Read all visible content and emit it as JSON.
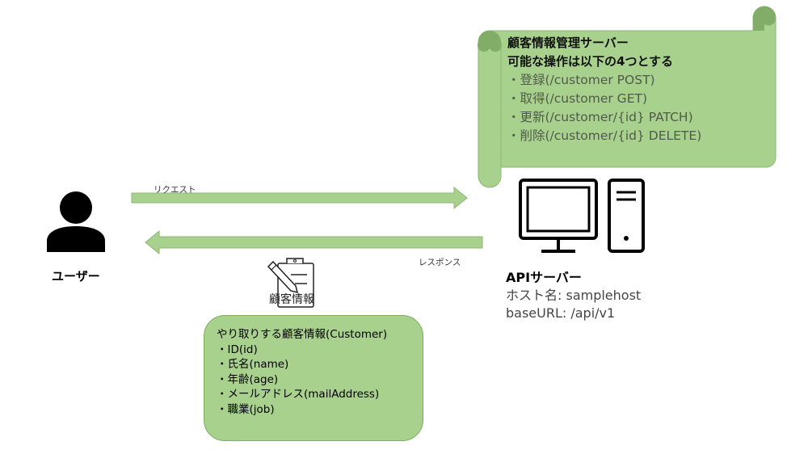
{
  "scroll": {
    "title_line1": "顧客情報管理サーバー",
    "title_line2": "可能な操作は以下の4つとする",
    "operations": [
      "・登録(/customer POST)",
      "・取得(/customer GET)",
      "・更新(/customer/{id} PATCH)",
      "・削除(/customer/{id} DELETE)"
    ]
  },
  "arrows": {
    "request_label": "リクエスト",
    "response_label": "レスポンス"
  },
  "user": {
    "label": "ユーザー"
  },
  "server": {
    "title": "APIサーバー",
    "host": "ホスト名: samplehost",
    "base_url": "baseURL: /api/v1"
  },
  "document": {
    "label": "顧客情報"
  },
  "customer_box": {
    "title": "やり取りする顧客情報(Customer)",
    "fields": [
      "・ID(id)",
      "・氏名(name)",
      "・年齢(age)",
      "・メールアドレス(mailAddress)",
      "・職業(job)"
    ]
  },
  "colors": {
    "green_fill": "#a9d18e",
    "green_border": "#7fae5f",
    "green_dark": "#82ad68"
  }
}
